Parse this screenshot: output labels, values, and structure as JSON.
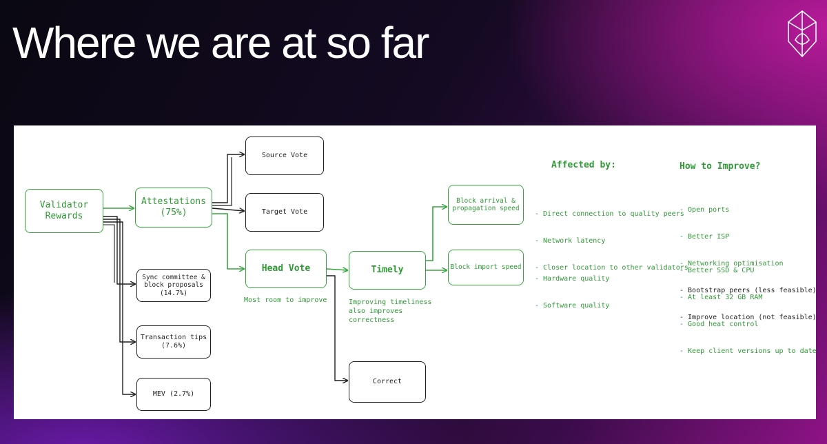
{
  "slide": {
    "title": "Where we are at so far",
    "logo_icon": "shield-leaf-logo"
  },
  "colors": {
    "accent_green": "#2e9a34",
    "box_border_black": "#1e1e1e",
    "panel_background": "#ffffff"
  },
  "nodes": {
    "validator_rewards": "Validator\nRewards",
    "attestations": "Attestations\n(75%)",
    "source_vote": "Source Vote",
    "target_vote": "Target Vote",
    "head_vote": "Head Vote",
    "sync_committee": "Sync committee &\nblock proposals\n(14.7%)",
    "transaction_tips": "Transaction tips\n(7.6%)",
    "mev": "MEV (2.7%)",
    "timely": "Timely",
    "correct": "Correct",
    "block_arrival": "Block arrival &\npropagation speed",
    "block_import": "Block import speed"
  },
  "notes": {
    "head_vote_note": "Most room to improve",
    "timely_note": "Improving timeliness\nalso improves\ncorrectness"
  },
  "affected_by": {
    "header": "Affected by:",
    "block_arrival_items": [
      "- Direct connection to quality peers",
      "- Network latency",
      "- Closer location to other validators"
    ],
    "block_import_items": [
      "- Hardware quality",
      "- Software quality"
    ]
  },
  "how_to_improve": {
    "header": "How to Improve?",
    "block_arrival_items": [
      "- Open ports",
      "- Better ISP",
      "- Networking optimisation",
      "- Bootstrap peers (less feasible)",
      "- Improve location (not feasible)"
    ],
    "block_import_items": [
      "- Better SSD & CPU",
      "- At least 32 GB RAM",
      "- Good heat control",
      "- Keep client versions up to date"
    ]
  }
}
